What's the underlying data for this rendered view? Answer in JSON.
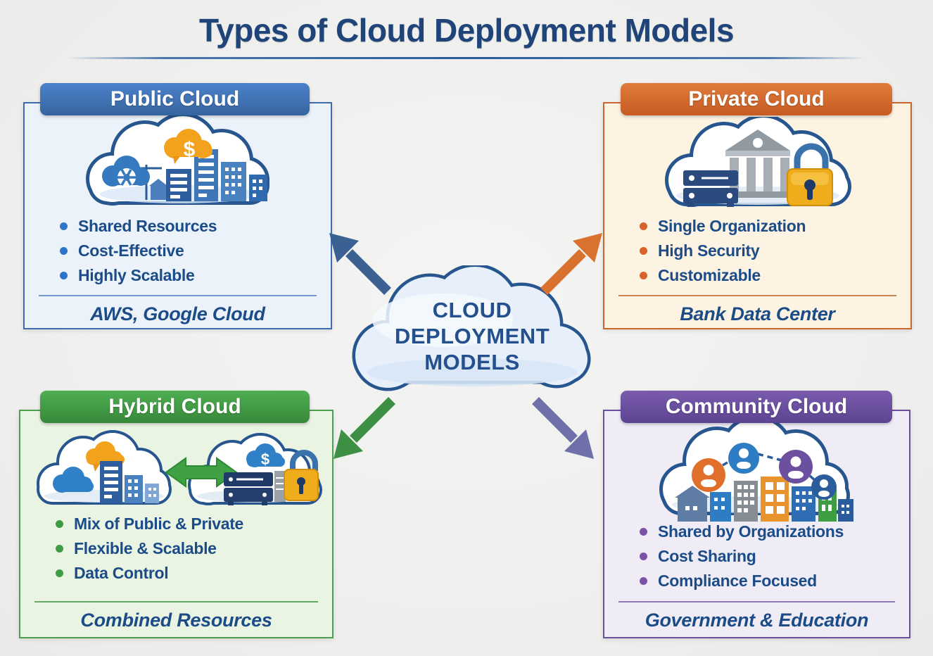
{
  "title": "Types of Cloud Deployment Models",
  "center": {
    "label_lines": [
      "CLOUD",
      "DEPLOYMENT",
      "MODELS"
    ]
  },
  "symbols": {
    "dollar": "$"
  },
  "cards": {
    "public": {
      "title": "Public Cloud",
      "bullets": [
        "Shared Resources",
        "Cost-Effective",
        "Highly Scalable"
      ],
      "example": "AWS, Google Cloud",
      "accent": "#3b6db5",
      "icon": "city-buildings-dollar-cloud-icon"
    },
    "private": {
      "title": "Private Cloud",
      "bullets": [
        "Single Organization",
        "High Security",
        "Customizable"
      ],
      "example": "Bank Data Center",
      "accent": "#d4682e",
      "icon": "bank-server-padlock-cloud-icon"
    },
    "hybrid": {
      "title": "Hybrid Cloud",
      "bullets": [
        "Mix of Public & Private",
        "Flexible & Scalable",
        "Data Control"
      ],
      "example": "Combined Resources",
      "accent": "#3f9e43",
      "icon": "linked-public-private-clouds-icon"
    },
    "community": {
      "title": "Community Cloud",
      "bullets": [
        "Shared by Organizations",
        "Cost Sharing",
        "Compliance Focused"
      ],
      "example": "Government & Education",
      "accent": "#6a4d9e",
      "icon": "people-network-buildings-cloud-icon"
    }
  },
  "arrows": {
    "to_public": {
      "direction": "up-left",
      "color": "#3a6191"
    },
    "to_private": {
      "direction": "up-right",
      "color": "#d9712f"
    },
    "to_hybrid": {
      "direction": "down-left",
      "color": "#3d9043"
    },
    "to_community": {
      "direction": "down-right",
      "color": "#6f6fa9"
    }
  },
  "colors": {
    "background": "#f0f0ee",
    "title_text": "#1f4479",
    "body_text": "#1c4c88",
    "cloud_outline": "#27568f",
    "center_cloud_fill": "#e7f0fa"
  }
}
